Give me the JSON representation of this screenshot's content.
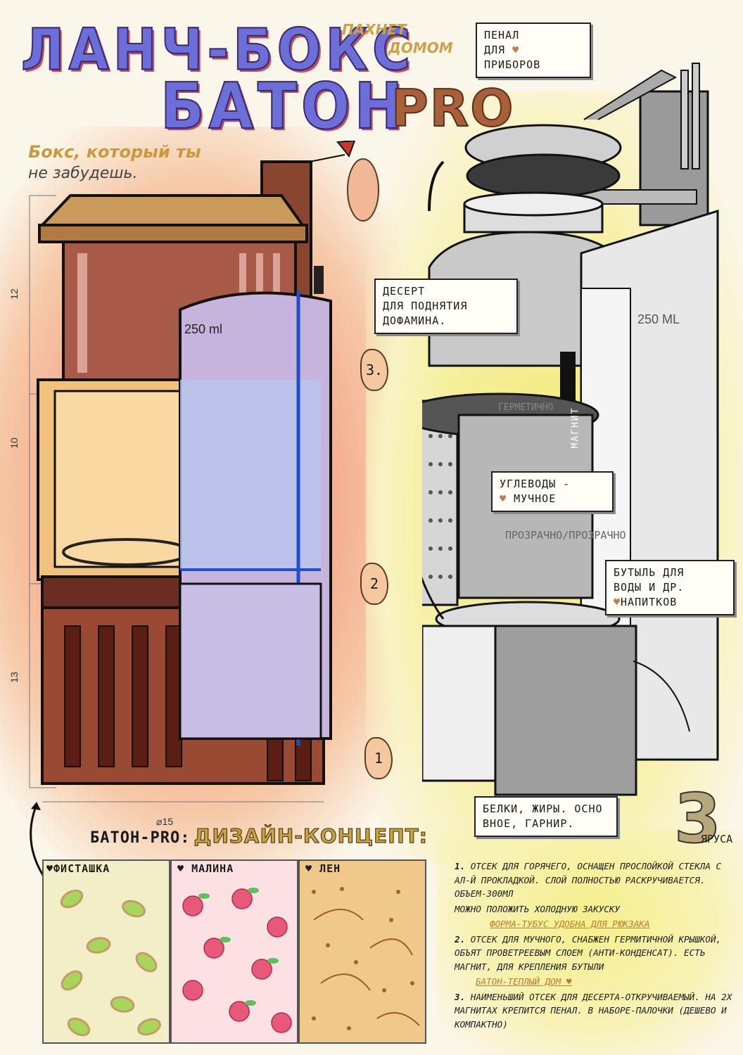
{
  "title": {
    "line1": "ЛАНЧ-БОКС",
    "line2": "БАТОН",
    "pro": "PRO",
    "slogan1": "ПАХНЕТ",
    "slogan2": "ДОМОМ",
    "tagline1": "Бокс, который ты",
    "tagline2": "не забудешь."
  },
  "labels": {
    "pencil_case": [
      "ПЕНАЛ",
      "ДЛЯ",
      "ПРИБОРОВ"
    ],
    "dessert": [
      "ДЕСЕРТ",
      "ДЛЯ ПОДНЯТИЯ",
      "ДОФАМИНА."
    ],
    "magnet": "МАГНИТ",
    "hermetic": "ГЕРМЕТИЧНО",
    "carbs": [
      "УГЛЕВОДЫ -",
      "МУЧНОЕ"
    ],
    "transparent": "ПРОЗРАЧНО/ПРОЗРАЧНО",
    "bottle": [
      "БУТЫЛЬ ДЛЯ",
      "ВОДЫ И ДР.",
      "НАПИТКОВ"
    ],
    "proteins": [
      "БЕЛКИ, ЖИРЫ. ОСНО",
      "ВНОЕ, ГАРНИР."
    ],
    "tiers_num": "3",
    "tiers_word": "ЯРУСА",
    "volume_left": "250 ml",
    "volume_right": "250 ML"
  },
  "dimensions": {
    "h_top": "12",
    "h_mid": "10",
    "h_bottom": "13",
    "diameter": "15"
  },
  "steps": [
    "3.",
    "2",
    "1"
  ],
  "concept": {
    "prefix": "БАТОН-PRO:",
    "title": "ДИЗАЙН-КОНЦЕПТ:"
  },
  "swatches": [
    {
      "label": "ФИСТАШКА",
      "color": "#f2efc8"
    },
    {
      "label": "МАЛИНА",
      "color": "#fbe0e4"
    },
    {
      "label": "ЛЕН",
      "color": "#f0c98a"
    }
  ],
  "notes": [
    {
      "n": "1.",
      "text": "ОТСЕК ДЛЯ ГОРЯЧЕГО, ОСНАЩЕН ПРОСЛОЙКОЙ СТЕКЛА С АЛ-Й ПРОКЛАДКОЙ. СЛОЙ ПОЛНОСТЬЮ РАСКРУЧИВАЕТСЯ. ОБЪЕМ-300МЛ",
      "extra": "МОЖНО ПОЛОЖИТЬ ХОЛОДНУЮ ЗАКУСКУ",
      "highlight": "ФОРМА-ТУБУС УДОБНА ДЛЯ РЮКЗАКА"
    },
    {
      "n": "2.",
      "text": "ОТСЕК ДЛЯ МУЧНОГО, СНАБЖЕН ГЕРМИТИЧНОЙ КРЫШКОЙ, ОБЪЯТ ПРОВЕТРЕЕВЫМ СЛОЕМ (АНТИ-КОНДЕНСАТ). ЕСТЬ МАГНИТ, ДЛЯ КРЕПЛЕНИЯ БУТЫЛИ",
      "extra": "",
      "highlight": "БАТОН-ТЕПЛЫЙ ДОМ ♥"
    },
    {
      "n": "3.",
      "text": "НАИМЕНЬШИЙ ОТСЕК ДЛЯ ДЕСЕРТА-ОТКРУЧИВАЕМЫЙ. НА 2Х МАГНИТАХ КРЕПИТСЯ ПЕНАЛ. В НАБОРЕ-ПАЛОЧКИ (ДЕШЕВО И КОМПАКТНО)",
      "extra": "",
      "highlight": ""
    }
  ]
}
